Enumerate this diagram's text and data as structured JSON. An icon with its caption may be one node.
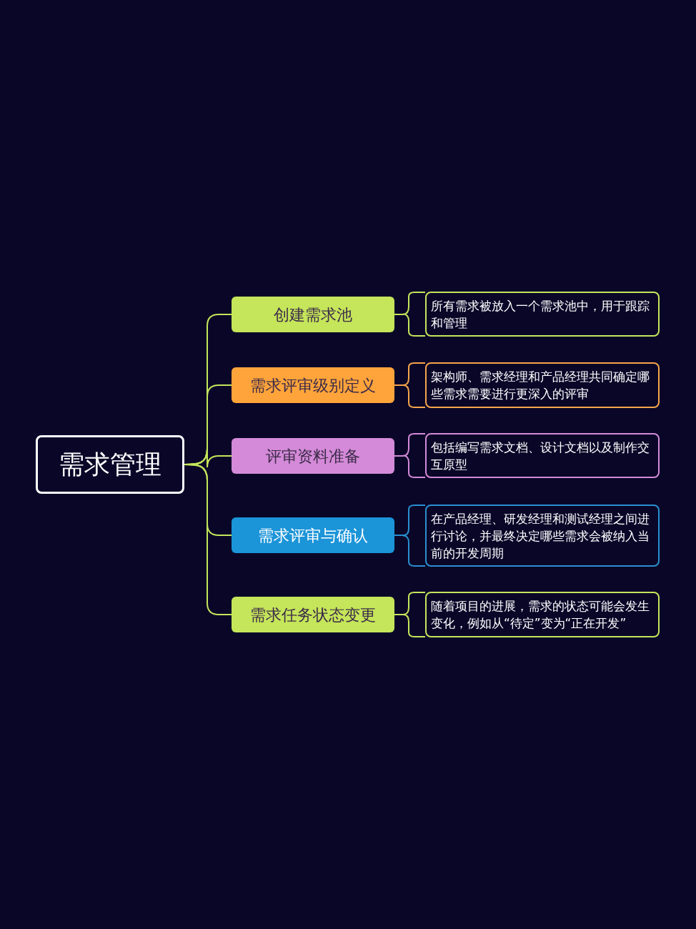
{
  "diagram": {
    "nodes": [
      {
        "text": [
          "需求管理"
        ]
      },
      {
        "text": [
          "创建需求池"
        ]
      },
      {
        "text": [
          "需求评审级别定义"
        ]
      },
      {
        "text": [
          "评审资料准备"
        ]
      },
      {
        "text": [
          "需求评审与确认"
        ]
      },
      {
        "text": [
          "需求任务状态变更"
        ]
      },
      {
        "text": [
          "所有需求被放入一个需求池中，用于跟踪和管理"
        ]
      },
      {
        "text": [
          "架构师、需求经理和产品经理共同确定哪些需求需要进行更深入的评审"
        ]
      },
      {
        "text": [
          "包括编写需求文档、设计文档以及制作交互原型"
        ]
      },
      {
        "text": [
          "在产品经理、研发经理和测试经理之间进行讨论，并最终决定哪些需求会被纳入当前的开发周期"
        ]
      },
      {
        "text": [
          "随着项目的进展，需求的状态可能会发生变化，例如从“待定”变为“正在开发”"
        ]
      }
    ],
    "edges": [
      {
        "from": 0,
        "to": 1,
        "arrow": "none"
      },
      {
        "from": 0,
        "to": 2,
        "arrow": "none"
      },
      {
        "from": 0,
        "to": 3,
        "arrow": "none"
      },
      {
        "from": 0,
        "to": 4,
        "arrow": "none"
      },
      {
        "from": 0,
        "to": 5,
        "arrow": "none"
      },
      {
        "from": 1,
        "to": 6,
        "arrow": "none"
      },
      {
        "from": 2,
        "to": 7,
        "arrow": "none",
        "color": "#f5a54a"
      },
      {
        "from": 3,
        "to": 8,
        "arrow": "none",
        "color": "#d48ad8"
      },
      {
        "from": 4,
        "to": 9,
        "arrow": "none",
        "color": "#2a8fd0"
      },
      {
        "from": 5,
        "to": 10,
        "arrow": "none"
      }
    ]
  }
}
